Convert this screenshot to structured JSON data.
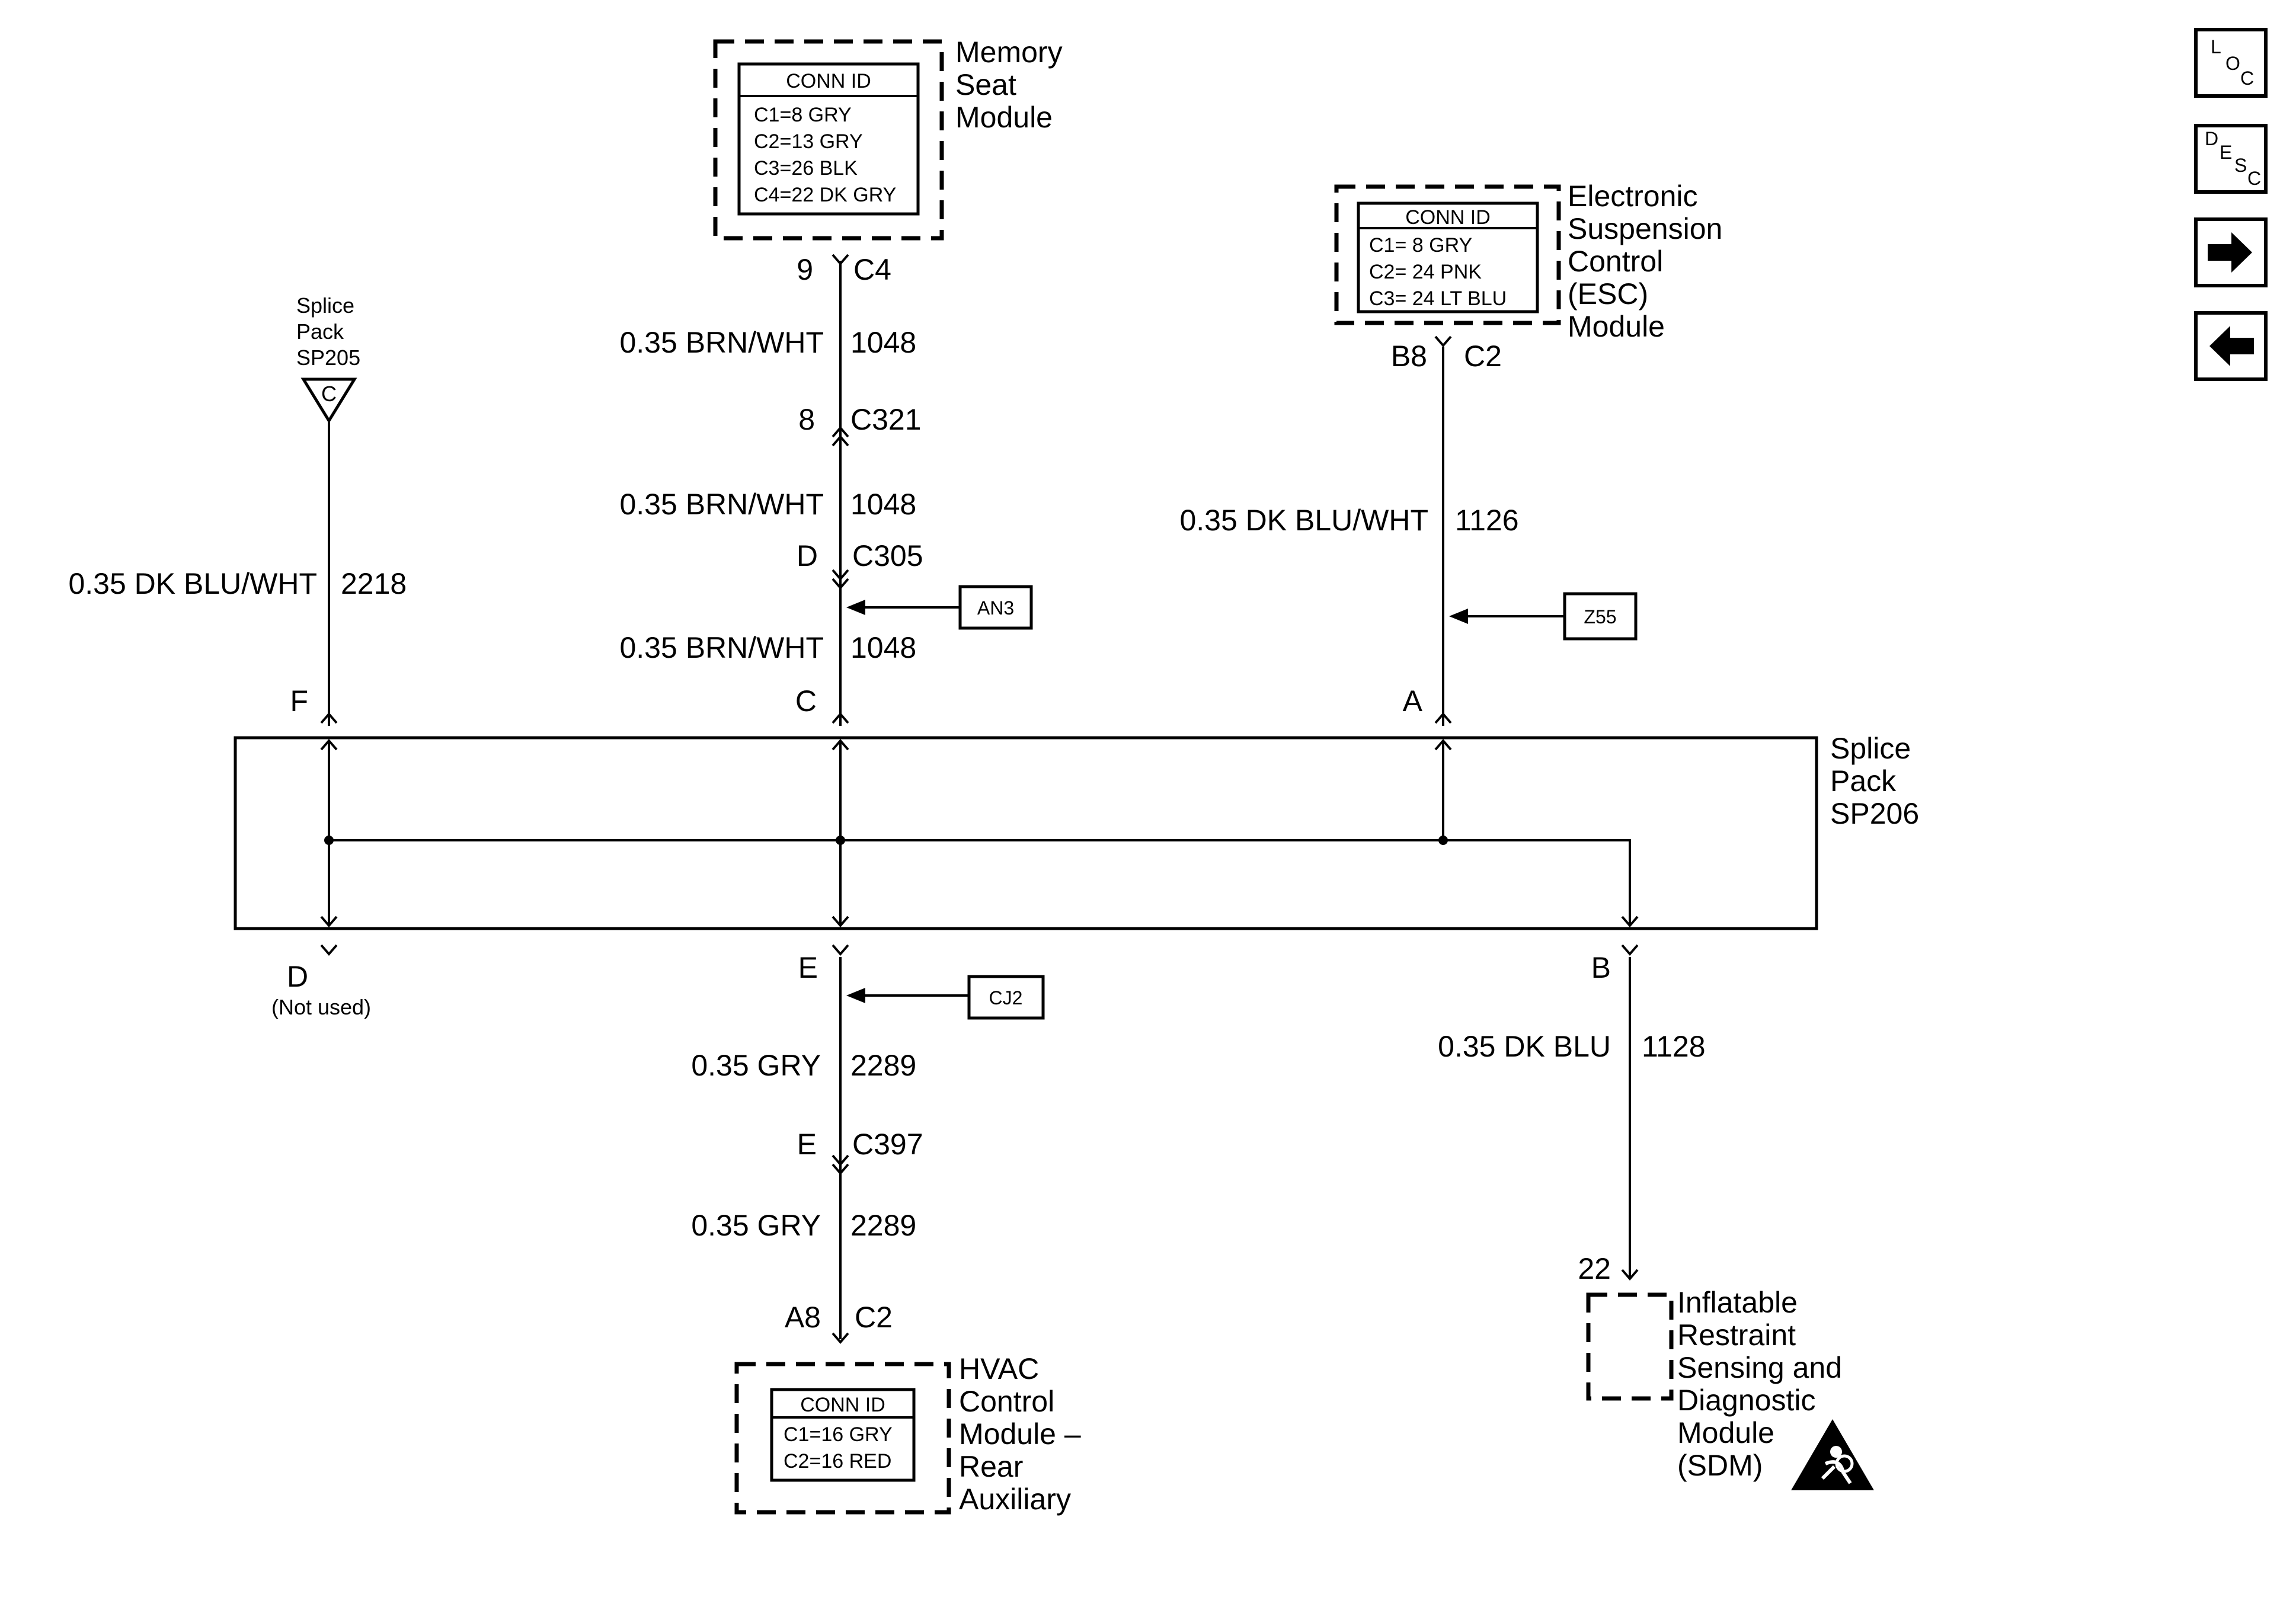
{
  "memory_seat": {
    "title": [
      "Memory",
      "Seat",
      "Module"
    ],
    "conn_id": "CONN ID",
    "connectors": [
      "C1=8 GRY",
      "C2=13 GRY",
      "C3=26 BLK",
      "C4=22 DK GRY"
    ],
    "pin": "9",
    "connector": "C4"
  },
  "esc": {
    "title": [
      "Electronic",
      "Suspension",
      "Control",
      "(ESC)",
      "Module"
    ],
    "conn_id": "CONN ID",
    "connectors": [
      "C1= 8 GRY",
      "C2= 24 PNK",
      "C3= 24 LT BLU"
    ],
    "pin": "B8",
    "connector": "C2"
  },
  "hvac": {
    "title": [
      "HVAC",
      "Control",
      "Module –",
      "Rear",
      "Auxiliary"
    ],
    "conn_id": "CONN ID",
    "connectors": [
      "C1=16 GRY",
      "C2=16 RED"
    ],
    "pin": "A8",
    "connector": "C2"
  },
  "sdm": {
    "title": [
      "Inflatable",
      "Restraint",
      "Sensing and",
      "Diagnostic",
      "Module",
      "(SDM)"
    ],
    "pin": "22"
  },
  "splice_sp205": {
    "title": [
      "Splice",
      "Pack",
      "SP205"
    ],
    "pin": "C"
  },
  "splice_sp206": {
    "title": [
      "Splice",
      "Pack",
      "SP206"
    ],
    "pins": {
      "F": "F",
      "C": "C",
      "A": "A",
      "D": "D",
      "E": "E",
      "B": "B"
    },
    "not_used": "(Not used)"
  },
  "wires": {
    "w1048_top": {
      "gauge": "0.35 BRN/WHT",
      "circuit": "1048"
    },
    "w1048_mid": {
      "gauge": "0.35 BRN/WHT",
      "circuit": "1048"
    },
    "w1048_bot": {
      "gauge": "0.35 BRN/WHT",
      "circuit": "1048"
    },
    "w2218": {
      "gauge": "0.35 DK BLU/WHT",
      "circuit": "2218"
    },
    "w1126": {
      "gauge": "0.35 DK BLU/WHT",
      "circuit": "1126"
    },
    "w2289_top": {
      "gauge": "0.35 GRY",
      "circuit": "2289"
    },
    "w2289_bot": {
      "gauge": "0.35 GRY",
      "circuit": "2289"
    },
    "w1128": {
      "gauge": "0.35 DK BLU",
      "circuit": "1128"
    }
  },
  "inline_connectors": {
    "c321": {
      "pin": "8",
      "name": "C321"
    },
    "c305": {
      "pin": "D",
      "name": "C305"
    },
    "c397": {
      "pin": "E",
      "name": "C397"
    }
  },
  "options": {
    "an3": "AN3",
    "z55": "Z55",
    "cj2": "CJ2"
  },
  "nav": {
    "loc": [
      "L",
      "O",
      "C"
    ],
    "desc": [
      "D",
      "E",
      "S",
      "C"
    ]
  }
}
